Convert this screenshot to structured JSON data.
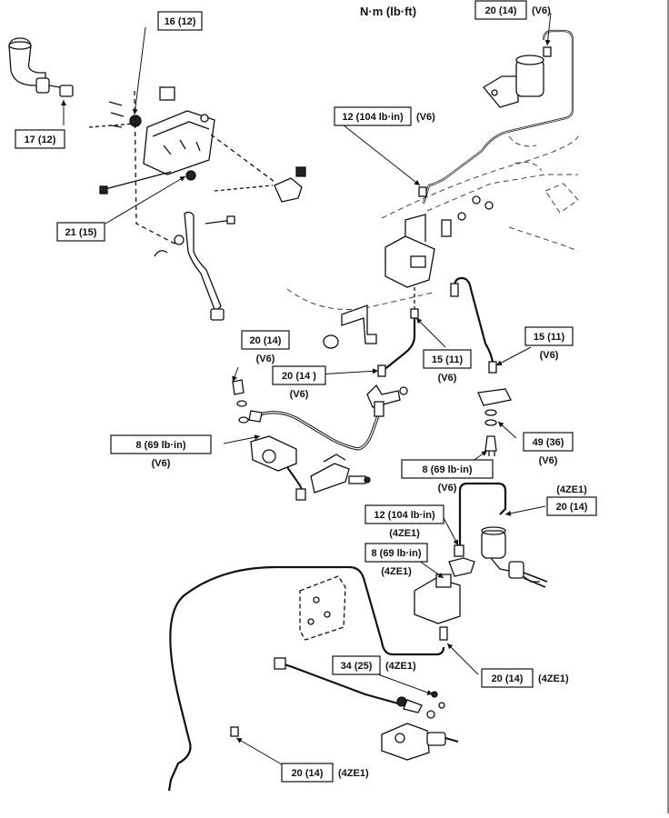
{
  "title": "N·m (lb·ft)",
  "callouts": [
    {
      "id": "c1",
      "value": "16 (12)",
      "tag": ""
    },
    {
      "id": "c2",
      "value": "17 (12)",
      "tag": ""
    },
    {
      "id": "c3",
      "value": "21 (15)",
      "tag": ""
    },
    {
      "id": "c4",
      "value": "20 (14)",
      "tag": "(V6)"
    },
    {
      "id": "c5",
      "value": "12 (104 lb·in)",
      "tag": "(V6)"
    },
    {
      "id": "c6",
      "value": "20 (14)",
      "tag": "(V6)"
    },
    {
      "id": "c7",
      "value": "20 (14 )",
      "tag": "(V6)"
    },
    {
      "id": "c8",
      "value": "15 (11)",
      "tag": "(V6)"
    },
    {
      "id": "c9",
      "value": "15 (11)",
      "tag": "(V6)"
    },
    {
      "id": "c10",
      "value": "8 (69 lb·in)",
      "tag": "(V6)"
    },
    {
      "id": "c11",
      "value": "49 (36)",
      "tag": "(V6)"
    },
    {
      "id": "c12",
      "value": "8 (69 lb·in)",
      "tag": "(V6)"
    },
    {
      "id": "c13",
      "value": "20 (14)",
      "tag": "(4ZE1)"
    },
    {
      "id": "c14",
      "value": "12 (104 lb·in)",
      "tag": "(4ZE1)"
    },
    {
      "id": "c15",
      "value": "8 (69 lb·in)",
      "tag": "(4ZE1)"
    },
    {
      "id": "c16",
      "value": "20 (14)",
      "tag": "(4ZE1)"
    },
    {
      "id": "c17",
      "value": "34 (25)",
      "tag": "(4ZE1)"
    },
    {
      "id": "c18",
      "value": "20 (14)",
      "tag": "(4ZE1)"
    }
  ]
}
